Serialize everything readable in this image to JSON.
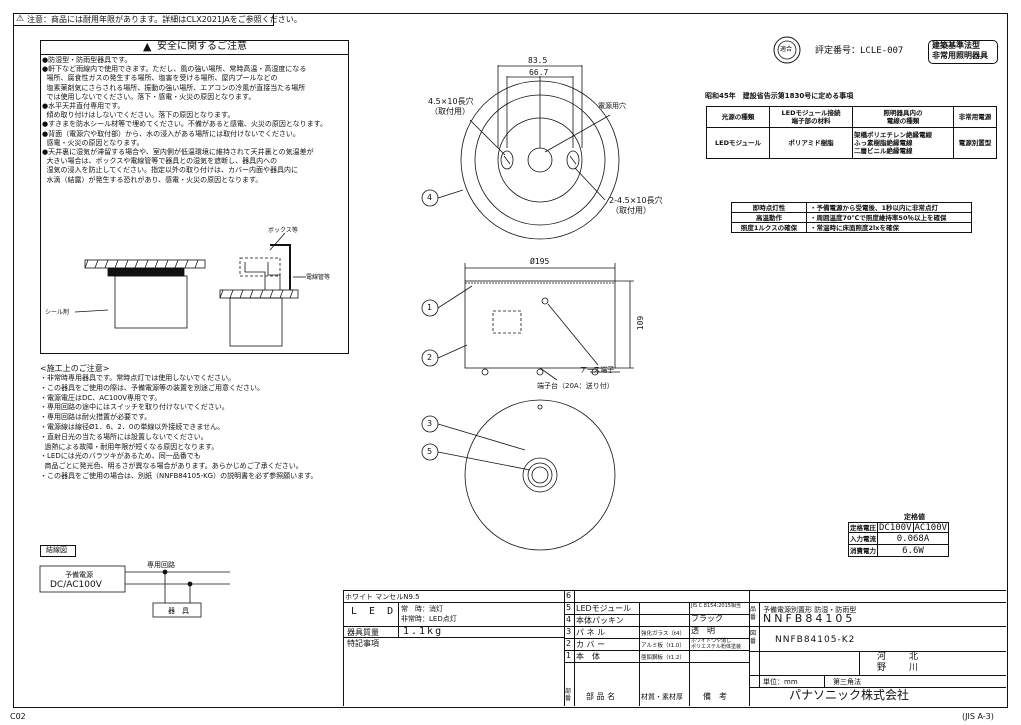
{
  "header": {
    "warning_icon": "warning-triangle-icon",
    "notice": "注意：商品には耐用年限があります。詳細はCLX2021JAをご参照ください。"
  },
  "safety": {
    "title": "安全に関するご注意",
    "lines": [
      "●防湿型・防雨型器具です。",
      "●軒下など雨線内で使用できます。ただし、風の強い場所、常時高温・高湿度になる",
      "  場所、腐食性ガスの発生する場所、塩害を受ける場所、屋内プールなどの",
      "  塩素薬剤気にさらされる場所、振動の強い場所、エアコンの冷風が直接当たる場所",
      "  では使用しないでください。落下・感電・火災の原因となります。",
      "●水平天井直付専用です。",
      "  傾め取り付けはしないでください。落下の原因となります。",
      "●すきまを防水シール材等で埋めてください。不備があると感電、火災の原因となります。",
      "●背面（電源穴や取付部）から、水の浸入がある場所には取付けないでください。",
      "  感電・火災の原因となります。",
      "●天井裏に湿気が滞留する場合や、室内側が低温環境に維持されて天井裏との気温差が",
      "  大きい場合は、ボックスや電線管等で器具との湿気を遮断し、器具内への",
      "  湿気の浸入を防止してください。指定以外の取り付けは、カバー内面や器具内に",
      "  水滴（結露）が発生する恐れがあり、感電・火災の原因となります。"
    ],
    "label_box": "ボックス等",
    "label_conduit": "電線管等",
    "label_seal": "シール剤"
  },
  "install_notes": {
    "title": "<施工上のご注意>",
    "lines": [
      "・非常時専用器具です。常時点灯では使用しないでください。",
      "・この器具をご使用の際は、予備電源等の装置を別途ご用意ください。",
      "・電源電圧はDC、AC100V専用です。",
      "・専用回路の途中にはスイッチを取り付けないでください。",
      "・専用回路は耐火措置が必要です。",
      "・電源線は線径Ø1．6、2．0の単線以外接続できません。",
      "・直射日光の当たる場所には設置しないでください。",
      "  過熱による故障・耐用年限が短くなる原因となります。",
      "・LEDには光のバラツキがあるため、同一品番でも",
      "  商品ごとに発光色、明るさが異なる場合があります。あらかじめご了承ください。",
      "・この器具をご使用の場合は、別紙（NNFB84105-KG）の説明書を必ず参照願います。"
    ]
  },
  "wiring": {
    "title": "結線図",
    "dedicated": "専用回路",
    "source_line1": "予備電源",
    "source_line2": "DC/AC100V",
    "fixture": "器　具"
  },
  "drawing": {
    "dim_outer": "83.5",
    "dim_inner": "66.7",
    "hole_label1": "4.5×10長穴",
    "hole_label2": "（取付用）",
    "power_hole": "電源用穴",
    "hole2_label1": "2-4.5×10長穴",
    "hole2_label2": "（取付用）",
    "diameter": "Ø195",
    "height": "109",
    "earth": "アース端子",
    "terminal": "端子台（20A：送り付）",
    "markers": [
      "1",
      "2",
      "3",
      "4",
      "5"
    ]
  },
  "cert": {
    "seal": "適合",
    "number": "評定番号：LCLE-007",
    "std_line1": "建築基準法型",
    "std_line2": "非常用照明器具"
  },
  "notice_table": {
    "title": "昭和45年　建設省告示第1830号に定める事項",
    "headers": [
      "光源の種類",
      "LEDモジュール接続\n端子部の材料",
      "照明器具内の\n電線の種類",
      "非常用電源"
    ],
    "row": [
      "LEDモジュール",
      "ポリアミド樹脂",
      "架橋ポリエチレン絶縁電線\nふっ素樹脂絶縁電線\n二層ビニル絶縁電線",
      "電源別置型"
    ]
  },
  "perf_table": [
    [
      "即時点灯性",
      "・予備電源から受電後、1秒以内に非常点灯"
    ],
    [
      "高温動作",
      "・周囲温度70℃で照度維持率50％以上を確保"
    ],
    [
      "照度1ルクスの確保",
      "・常温時に床面照度2lxを確保"
    ]
  ],
  "rating": {
    "title": "定格値",
    "rows": [
      [
        "定格電圧",
        "DC100V",
        "AC100V"
      ],
      [
        "入力電流",
        "0.068A",
        ""
      ],
      [
        "消費電力",
        "6.6W",
        ""
      ]
    ]
  },
  "title_block": {
    "finish": "ホワイト マンセルN9.5",
    "led": "L E D",
    "led_normal": "常　時：消灯",
    "led_emerg": "非常時：LED点灯",
    "weight_label": "器具質量",
    "weight": "1.1kg",
    "notes_label": "特記事項",
    "parts": [
      {
        "no": "6",
        "name": "",
        "mat": "",
        "note": ""
      },
      {
        "no": "5",
        "name": "LEDモジュール",
        "mat": "",
        "note": "JIS C 8154:2015相当"
      },
      {
        "no": "4",
        "name": "本体パッキン",
        "mat": "",
        "note": "ブラック"
      },
      {
        "no": "3",
        "name": "パ ネ ル",
        "mat": "強化ガラス（t4）",
        "note": "透　明"
      },
      {
        "no": "2",
        "name": "カ バ ー",
        "mat": "アルミ板（t1.0）",
        "note": "ホワイトつや消し\nポリエステル粉体塗装"
      },
      {
        "no": "1",
        "name": "本　体",
        "mat": "亜鉛鋼板（t1.2）",
        "note": ""
      }
    ],
    "col_no": "部番",
    "col_name": "部 品 名",
    "col_mat": "材質・素材厚",
    "col_note": "備　考",
    "product_label": "品番",
    "product_name": "予備電源別置形 防湿・防雨型",
    "product_no": "NNFB84105",
    "drawing_label": "図番",
    "drawing_no": "NNFB84105-K2",
    "approver1": "河\n野",
    "approver2": "北\n川",
    "unit": "単位：mm",
    "projection": "第三角法",
    "company": "パナソニック株式会社"
  },
  "footer": {
    "left": "C02",
    "right": "(JIS A-3)"
  }
}
